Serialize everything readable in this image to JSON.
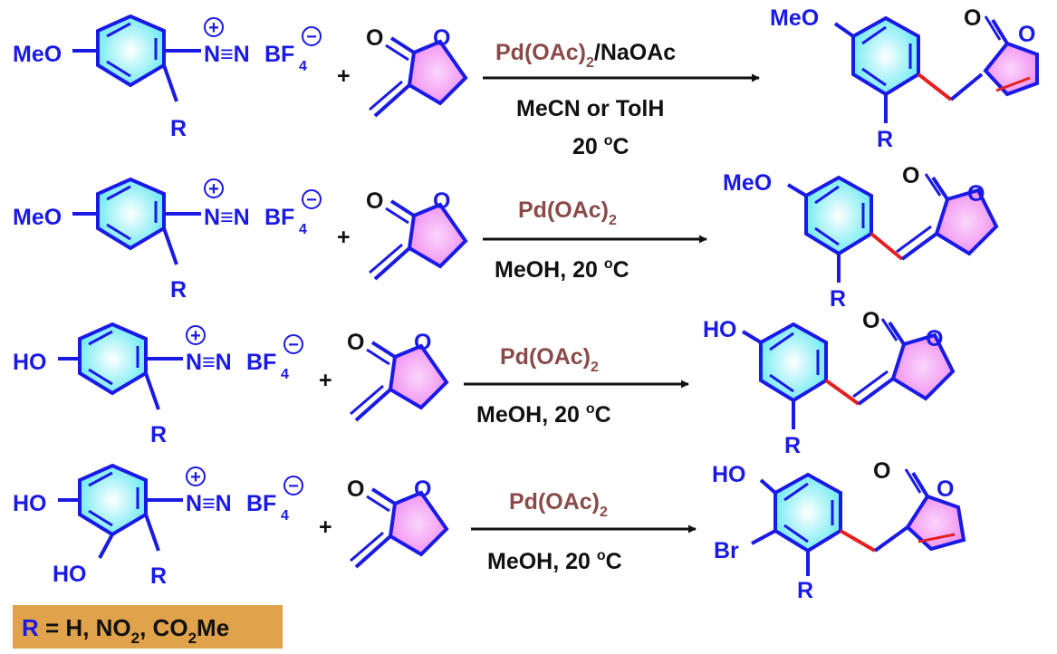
{
  "colors": {
    "ring_line": "#1a1ae6",
    "benzene_fill": "#5ce8f0",
    "lactone_fill": "#f08ef0",
    "new_bond": "#e62020",
    "reagent": "#8b4a4a",
    "text": "#111111",
    "footnote_bg": "#e0a24a"
  },
  "common": {
    "plus": "+",
    "plus_charge": "+",
    "minus_charge": "−",
    "diazo": "N≡N",
    "bf": "BF",
    "bf_sub": "4",
    "lactone_o1": "O",
    "lactone_o2": "O",
    "r": "R"
  },
  "reactions": [
    {
      "substituent_top": "MeO",
      "substituent_bottom": "",
      "product_top": "MeO",
      "product_side": "",
      "reagent_main": "Pd(OAc)",
      "reagent_sub": "2",
      "reagent_tail": "/NaOAc",
      "condition_line1": "MeCN or TolH",
      "condition_line2": "20 ",
      "degree": "o",
      "unit": "C"
    },
    {
      "substituent_top": "MeO",
      "substituent_bottom": "",
      "product_top": "MeO",
      "product_side": "",
      "reagent_main": "Pd(OAc)",
      "reagent_sub": "2",
      "reagent_tail": "",
      "condition_line1": "MeOH, 20 ",
      "degree": "o",
      "unit": "C"
    },
    {
      "substituent_top": "HO",
      "substituent_bottom": "",
      "product_top": "HO",
      "product_side": "",
      "reagent_main": "Pd(OAc)",
      "reagent_sub": "2",
      "reagent_tail": "",
      "condition_line1": "MeOH, 20 ",
      "degree": "o",
      "unit": "C"
    },
    {
      "substituent_top": "HO",
      "substituent_bottom": "HO",
      "product_top": "HO",
      "product_side": "Br",
      "reagent_main": "Pd(OAc)",
      "reagent_sub": "2",
      "reagent_tail": "",
      "condition_line1": "MeOH, 20 ",
      "degree": "o",
      "unit": "C"
    }
  ],
  "footnote": {
    "r": "R",
    "eq": " = H, NO",
    "sub1": "2",
    "mid": ", CO",
    "sub2": "2",
    "tail": "Me"
  }
}
